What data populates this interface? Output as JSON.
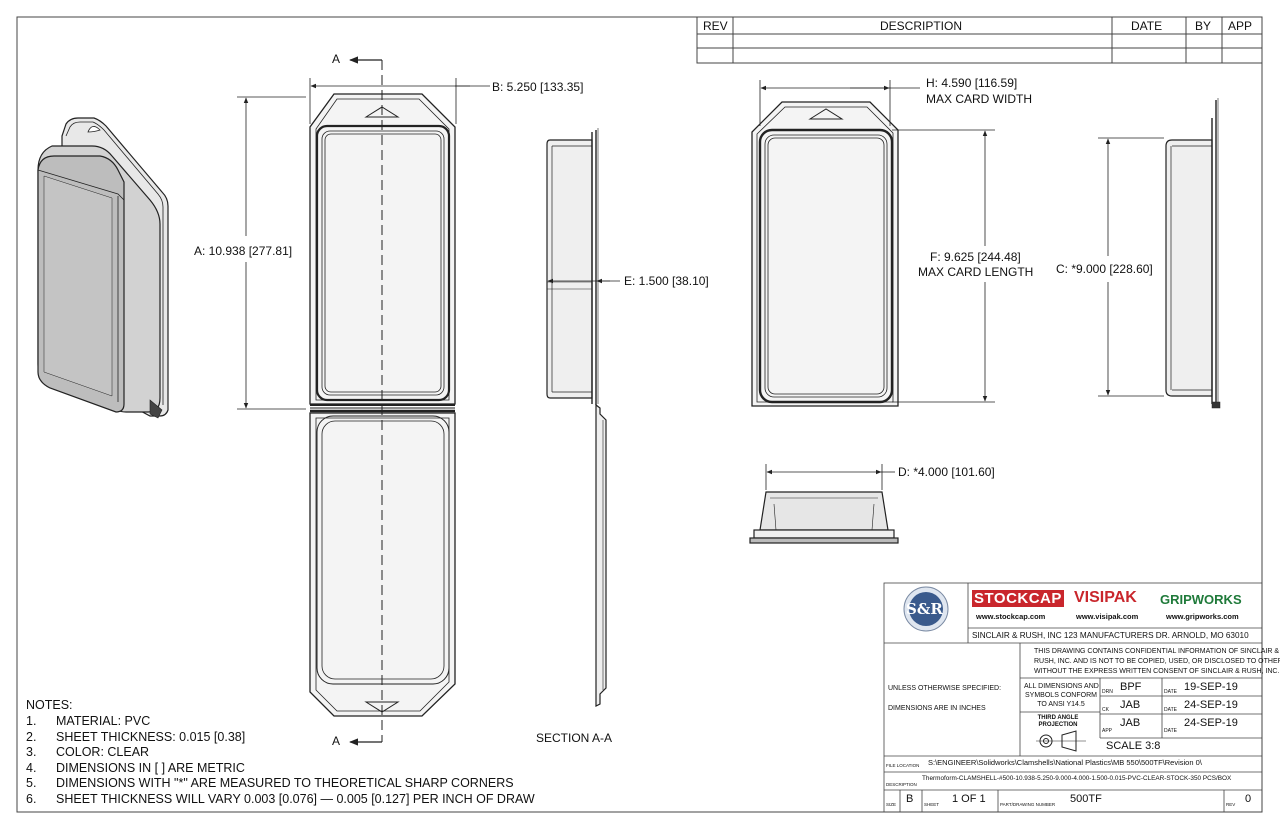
{
  "revision_table": {
    "headers": [
      "REV",
      "DESCRIPTION",
      "DATE",
      "BY",
      "APP"
    ]
  },
  "section_markers": {
    "top": "A",
    "bottom": "A",
    "section_label": "SECTION A-A"
  },
  "dimensions": {
    "a": "A: 10.938",
    "a_metric": "[277.81]",
    "b": "B: 5.250",
    "b_metric": "[133.35]",
    "e": "E: 1.500",
    "e_metric": "[38.10]",
    "h": "H: 4.590",
    "h_metric": "[116.59]",
    "h_note": "MAX CARD WIDTH",
    "f": "F: 9.625",
    "f_metric": "[244.48]",
    "f_note": "MAX CARD LENGTH",
    "c": "C: *9.000",
    "c_metric": "[228.60]",
    "d": "D: *4.000",
    "d_metric": "[101.60]"
  },
  "notes": {
    "title": "NOTES:",
    "items": [
      {
        "num": "1.",
        "text": "MATERIAL: PVC"
      },
      {
        "num": "2.",
        "text": "SHEET THICKNESS: 0.015 [0.38]"
      },
      {
        "num": "3.",
        "text": "COLOR: CLEAR"
      },
      {
        "num": "4.",
        "text": "DIMENSIONS IN [ ] ARE METRIC"
      },
      {
        "num": "5.",
        "text": "DIMENSIONS WITH \"*\" ARE MEASURED TO THEORETICAL SHARP CORNERS"
      },
      {
        "num": "6.",
        "text": "SHEET THICKNESS WILL VARY 0.003 [0.076] — 0.005 [0.127] PER INCH OF DRAW"
      }
    ]
  },
  "title_block": {
    "sr_logo": "S&R",
    "brands": [
      {
        "name": "STOCKCAP",
        "url": "www.stockcap.com",
        "color": "#c9262c"
      },
      {
        "name": "VISIPAK",
        "url": "www.visipak.com",
        "color": "#c9262c"
      },
      {
        "name": "GRIPWORKS",
        "url": "www.gripworks.com",
        "color": "#1f7a3a"
      }
    ],
    "company": "SINCLAIR & RUSH, INC 123 MANUFACTURERS DR. ARNOLD, MO 63010",
    "confidential": [
      "THIS DRAWING CONTAINS CONFIDENTIAL INFORMATION OF SINCLAIR &",
      "RUSH, INC. AND IS NOT TO BE COPIED, USED, OR DISCLOSED TO OTHERS",
      "WITHOUT THE EXPRESS WRITTEN CONSENT OF SINCLAIR & RUSH, INC."
    ],
    "unless": "UNLESS OTHERWISE SPECIFIED:",
    "dims_inches": "DIMENSIONS ARE IN INCHES",
    "conform": [
      "ALL DIMENSIONS AND",
      "SYMBOLS CONFORM",
      "TO ANSI Y14.5"
    ],
    "third_angle": [
      "THIRD ANGLE",
      "PROJECTION"
    ],
    "sign_rows": [
      {
        "label": "DRN",
        "initials": "BPF",
        "date_label": "DATE",
        "date": "19-SEP-19"
      },
      {
        "label": "CK",
        "initials": "JAB",
        "date_label": "DATE",
        "date": "24-SEP-19"
      },
      {
        "label": "APP",
        "initials": "JAB",
        "date_label": "DATE",
        "date": "24-SEP-19"
      }
    ],
    "scale": "SCALE 3:8",
    "file_location_label": "FILE LOCATION",
    "file_location": "S:\\ENGINEER\\Solidworks\\Clamshells\\National Plastics\\MB 550\\500TF\\Revision 0\\",
    "description_label": "DESCRIPTION",
    "description": "Thermoform-CLAMSHELL-#500-10.938-5.250-9.000-4.000-1.500-0.015-PVC-CLEAR-STOCK-350 PCS/BOX",
    "size_label": "SIZE",
    "size": "B",
    "sheet_label": "SHEET",
    "sheet": "1 OF 1",
    "part_label": "PART/DRAWING NUMBER",
    "part": "500TF",
    "rev_label": "REV",
    "rev": "0"
  }
}
